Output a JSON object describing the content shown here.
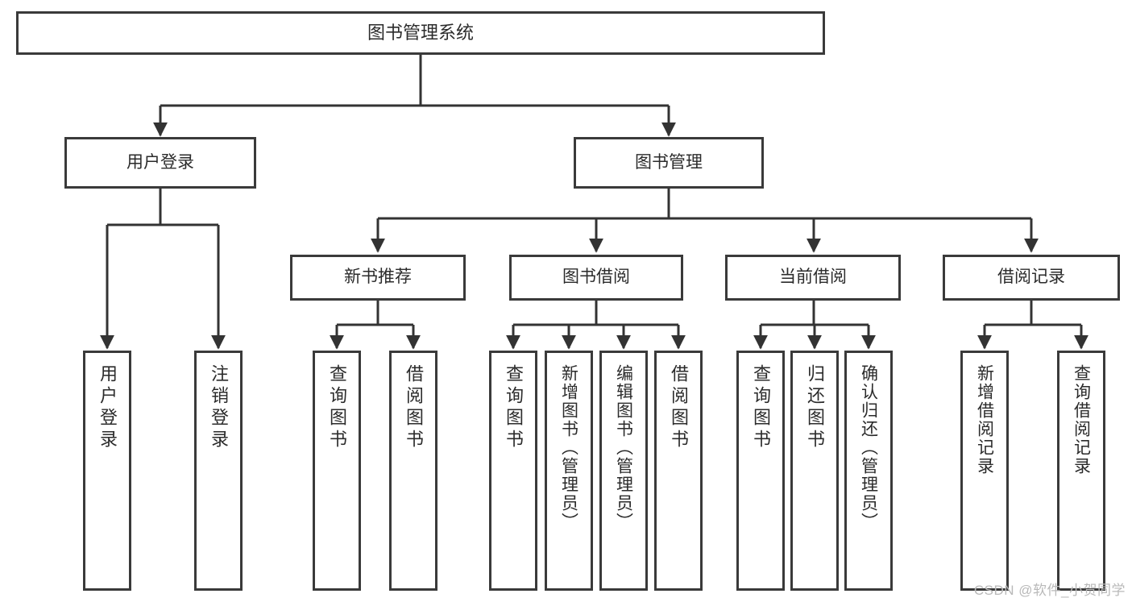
{
  "diagram": {
    "title": "图书管理系统",
    "type": "tree",
    "root": {
      "label": "图书管理系统"
    },
    "level2": [
      {
        "label": "用户登录"
      },
      {
        "label": "图书管理"
      }
    ],
    "level3": [
      {
        "label": "新书推荐"
      },
      {
        "label": "图书借阅"
      },
      {
        "label": "当前借阅"
      },
      {
        "label": "借阅记录"
      }
    ],
    "leaves": {
      "user_login": [
        {
          "label": "用户登录"
        },
        {
          "label": "注销登录"
        }
      ],
      "new_book_recommend": [
        {
          "label": "查询图书"
        },
        {
          "label": "借阅图书"
        }
      ],
      "book_borrow": [
        {
          "label": "查询图书"
        },
        {
          "label": "新增图书（管理员）"
        },
        {
          "label": "编辑图书（管理员）"
        },
        {
          "label": "借阅图书"
        }
      ],
      "current_borrow": [
        {
          "label": "查询图书"
        },
        {
          "label": "归还图书"
        },
        {
          "label": "确认归还（管理员）"
        }
      ],
      "borrow_record": [
        {
          "label": "新增借阅记录"
        },
        {
          "label": "查询借阅记录"
        }
      ]
    }
  },
  "watermark": {
    "text": "CSDN @软件_小贺同学"
  },
  "colors": {
    "border": "#3a3a3a",
    "background": "#ffffff",
    "text": "#2b2b2b",
    "edge": "#333333",
    "watermark": "#b9b9b9"
  }
}
